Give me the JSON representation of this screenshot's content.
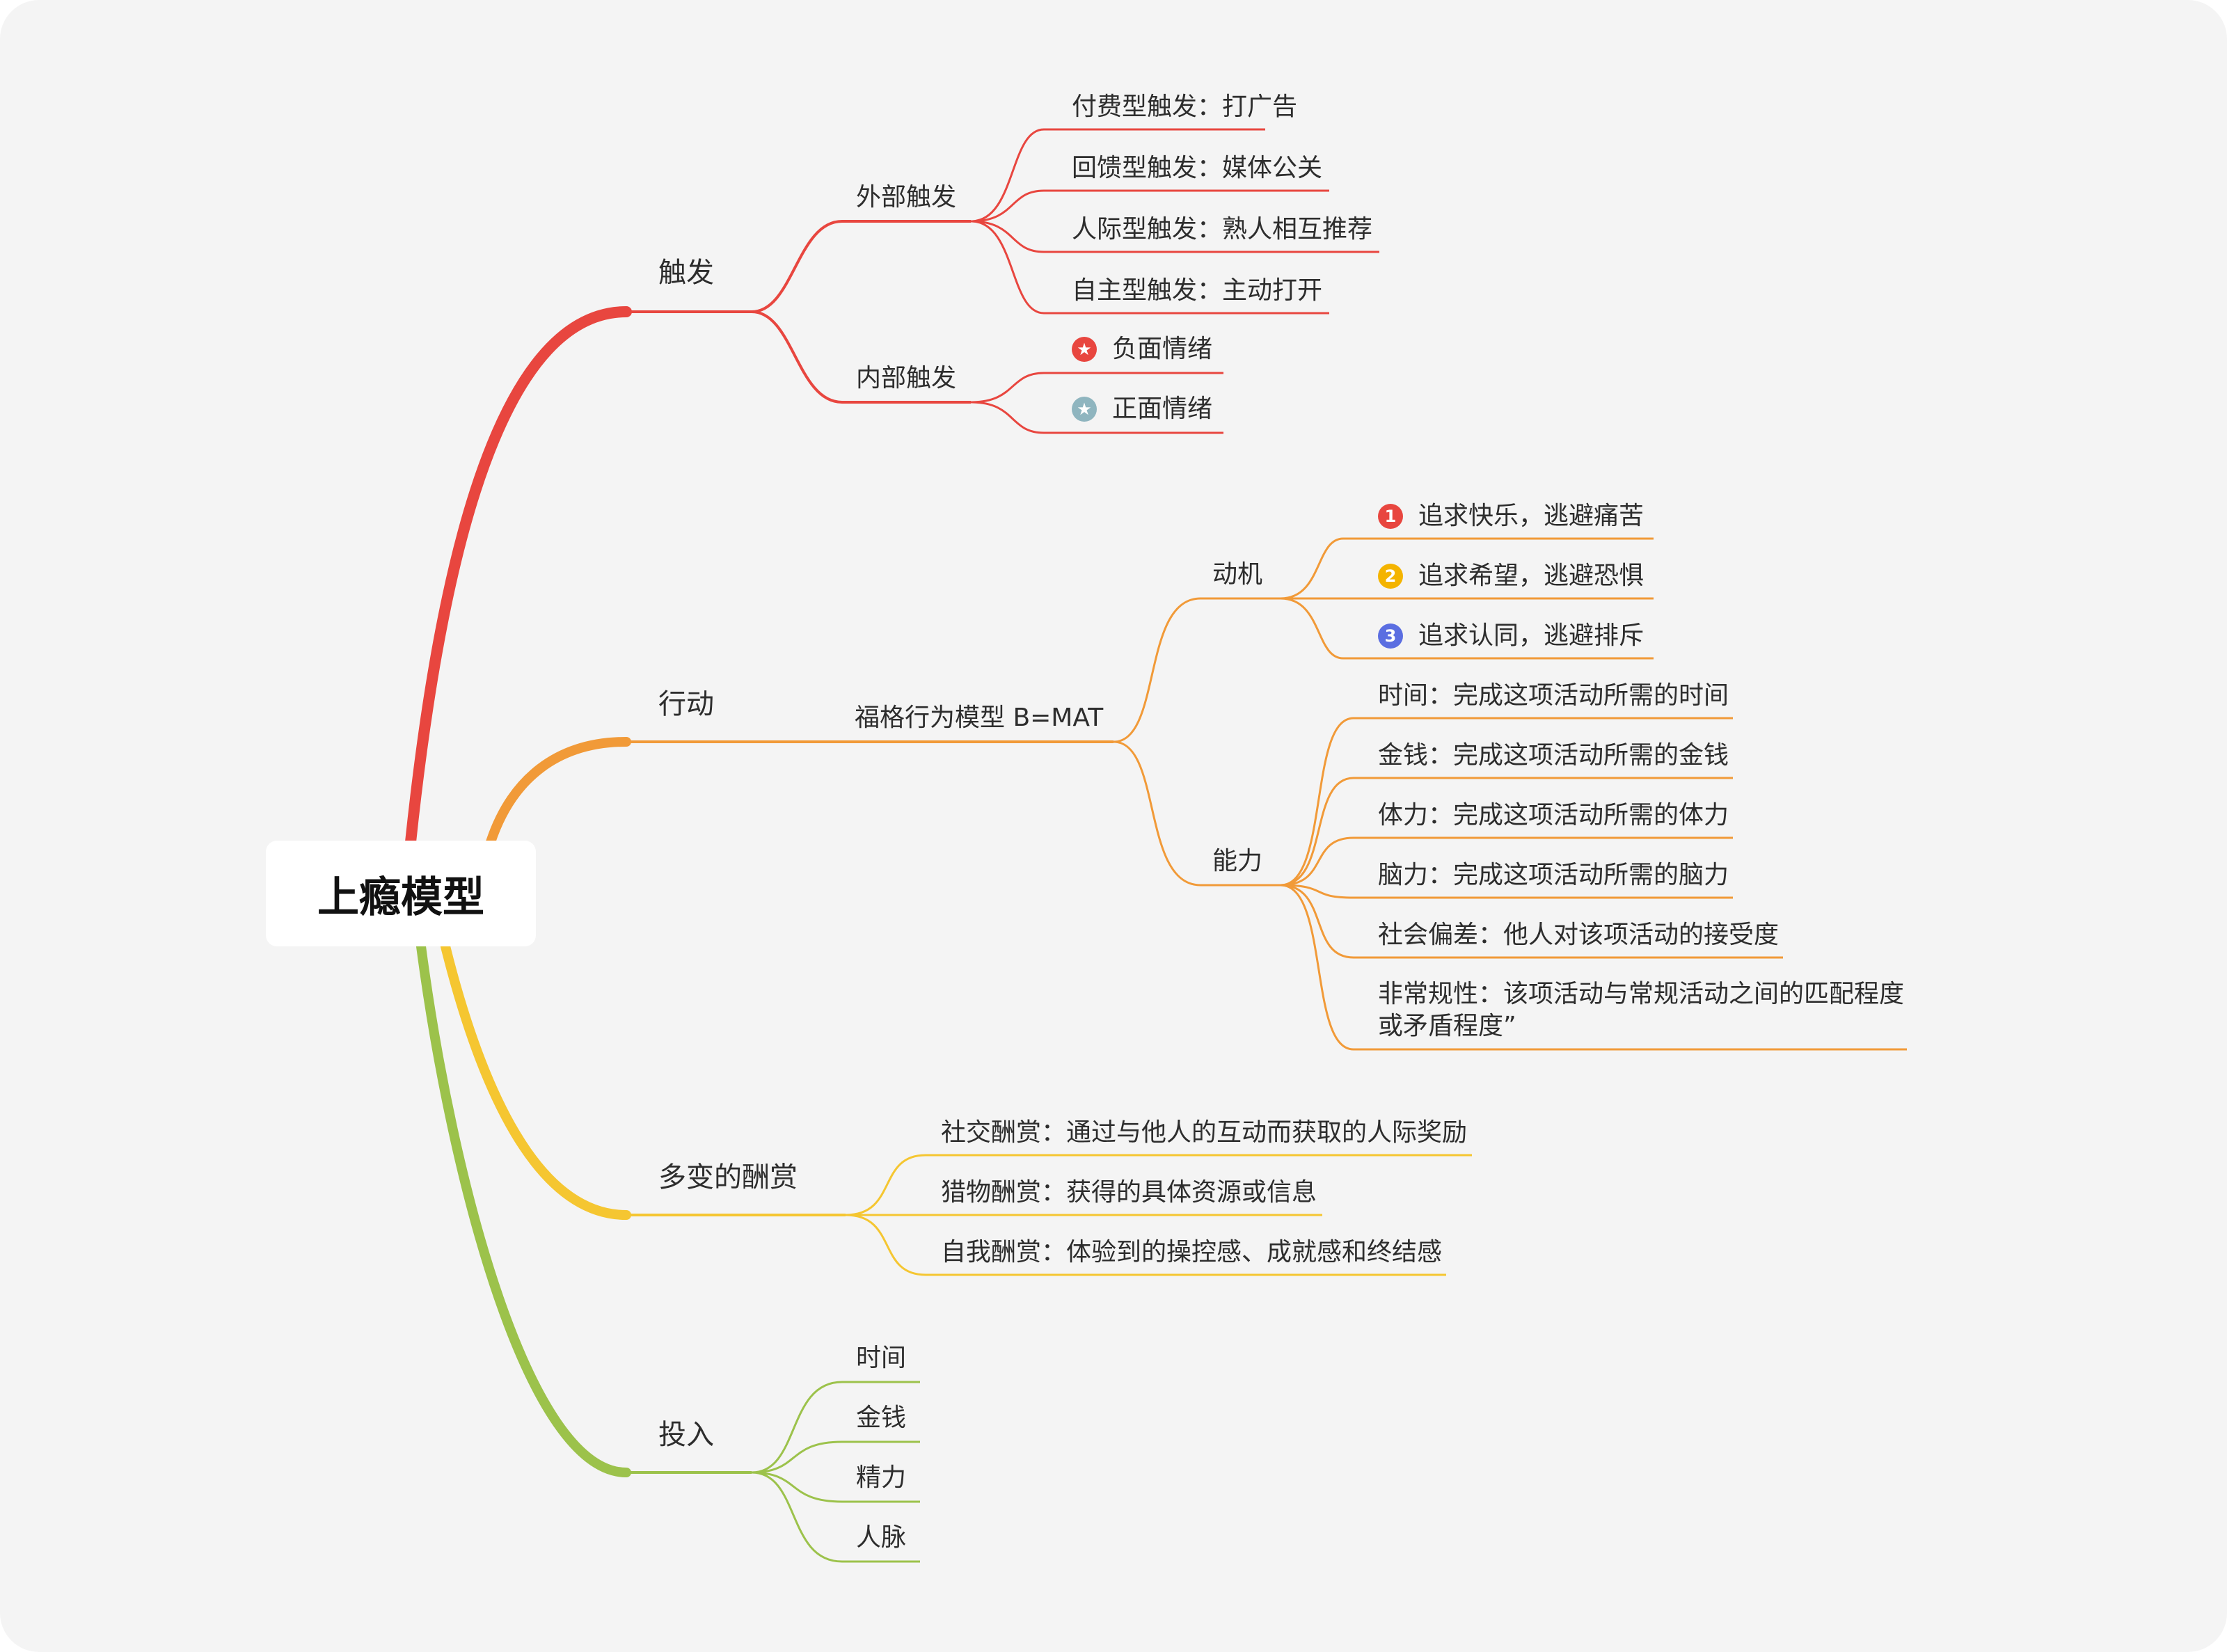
{
  "root": "上瘾模型",
  "colors": {
    "trigger": "#e8463f",
    "action": "#f19a38",
    "reward": "#f5c631",
    "invest": "#9cc24b",
    "text": "#2d2d2d",
    "marker_red": "#e8463f",
    "marker_teal": "#8fb5bf",
    "marker_orange": "#f4b400",
    "marker_blue": "#5b6ee1"
  },
  "trigger": {
    "label": "触发",
    "external": {
      "label": "外部触发",
      "items": [
        "付费型触发：打广告",
        "回馈型触发：媒体公关",
        "人际型触发：熟人相互推荐",
        "自主型触发：主动打开"
      ]
    },
    "internal": {
      "label": "内部触发",
      "items": [
        {
          "icon": "star-icon",
          "text": "负面情绪"
        },
        {
          "icon": "star-icon",
          "text": "正面情绪"
        }
      ]
    }
  },
  "action": {
    "label": "行动",
    "model": {
      "label": "福格行为模型 B=MAT",
      "motivation": {
        "label": "动机",
        "items": [
          {
            "marker": "1",
            "text": "追求快乐，逃避痛苦"
          },
          {
            "marker": "2",
            "text": "追求希望，逃避恐惧"
          },
          {
            "marker": "3",
            "text": "追求认同，逃避排斥"
          }
        ]
      },
      "ability": {
        "label": "能力",
        "items": [
          "时间：完成这项活动所需的时间",
          "金钱：完成这项活动所需的金钱",
          "体力：完成这项活动所需的体力",
          "脑力：完成这项活动所需的脑力",
          "社会偏差：他人对该项活动的接受度",
          "非常规性：该项活动与常规活动之间的匹配程度或矛盾程度”"
        ]
      }
    }
  },
  "reward": {
    "label": "多变的酬赏",
    "items": [
      "社交酬赏：通过与他人的互动而获取的人际奖励",
      "猎物酬赏：获得的具体资源或信息",
      "自我酬赏：体验到的操控感、成就感和终结感"
    ]
  },
  "invest": {
    "label": "投入",
    "items": [
      "时间",
      "金钱",
      "精力",
      "人脉"
    ]
  }
}
